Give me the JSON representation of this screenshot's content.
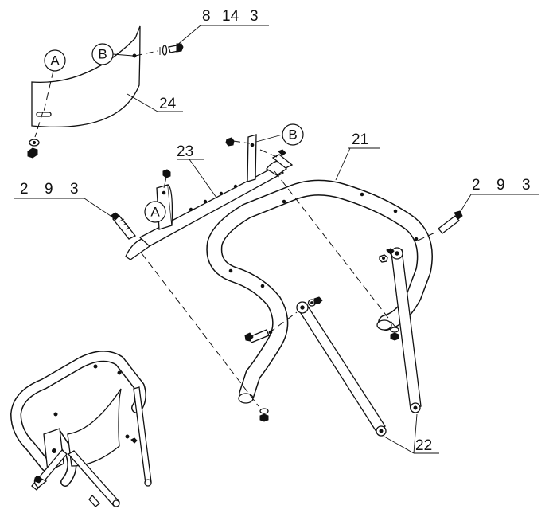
{
  "callouts": {
    "guard": "24",
    "bracket": "23",
    "handle": "21",
    "braces": "22"
  },
  "fastener_groups": {
    "top_right_bolt": [
      "8",
      "14",
      "3"
    ],
    "left_bolt": [
      "2",
      "9",
      "3"
    ],
    "right_bolt": [
      "2",
      "9",
      "3"
    ]
  },
  "reference_marks": {
    "a": "A",
    "b": "B"
  }
}
